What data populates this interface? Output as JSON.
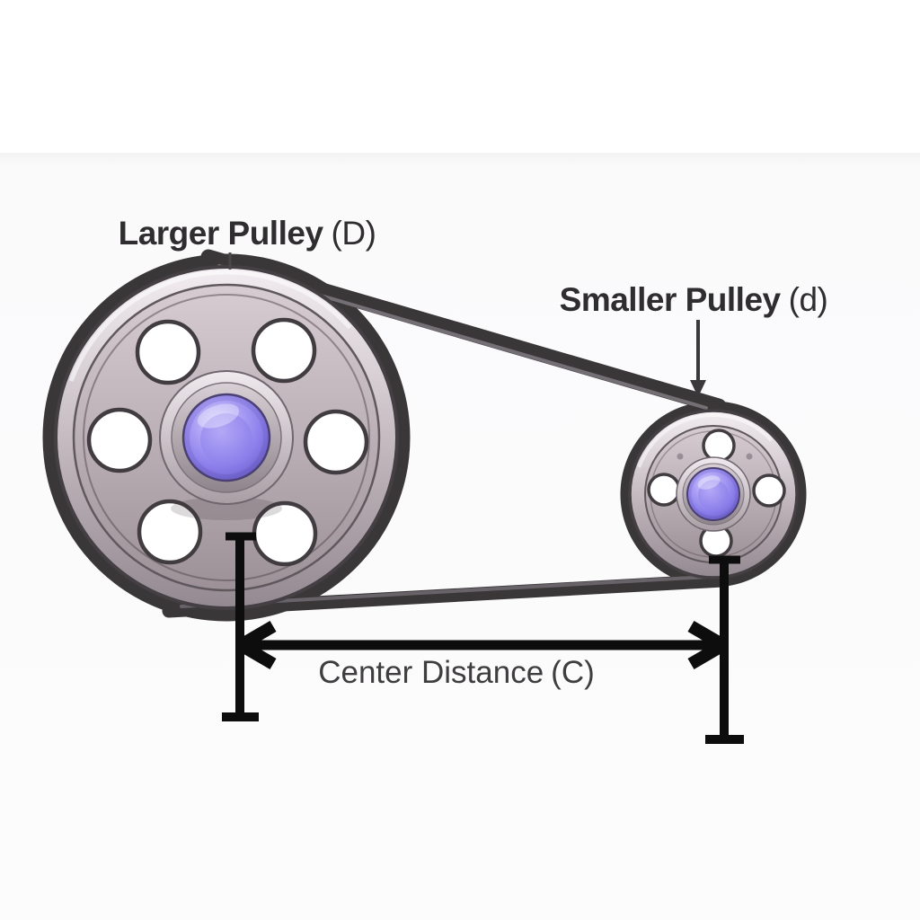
{
  "title": "Belt and pulley dimension diagram",
  "labels": {
    "larger_pulley": {
      "text": "Larger Pulley",
      "symbol": "(D)"
    },
    "smaller_pulley": {
      "text": "Smaller Pulley",
      "symbol": "(d)"
    },
    "center_distance": {
      "text": "Center Distance",
      "symbol": "(C)"
    }
  },
  "parts": {
    "larger_pulley_hole_count": 6,
    "smaller_pulley_hole_count": 4
  },
  "colors": {
    "background": "#ffffff",
    "background_band": "#f4f3f4",
    "label_text": "#2f2d2f",
    "center_distance_text": "#3f3d3f",
    "belt": "#3a3739",
    "belt_highlight": "#7d7980",
    "pulley_outline": "#443f43",
    "metal_light": "#f2ecf0",
    "metal_mid": "#b9aeb4",
    "metal_dark": "#938990",
    "hub_purple_light": "#d4cdfb",
    "hub_purple": "#8d80ec",
    "hub_purple_dark": "#5c4fba",
    "dimension_marker": "#0d0d0d",
    "leader_line": "#3a383a"
  }
}
